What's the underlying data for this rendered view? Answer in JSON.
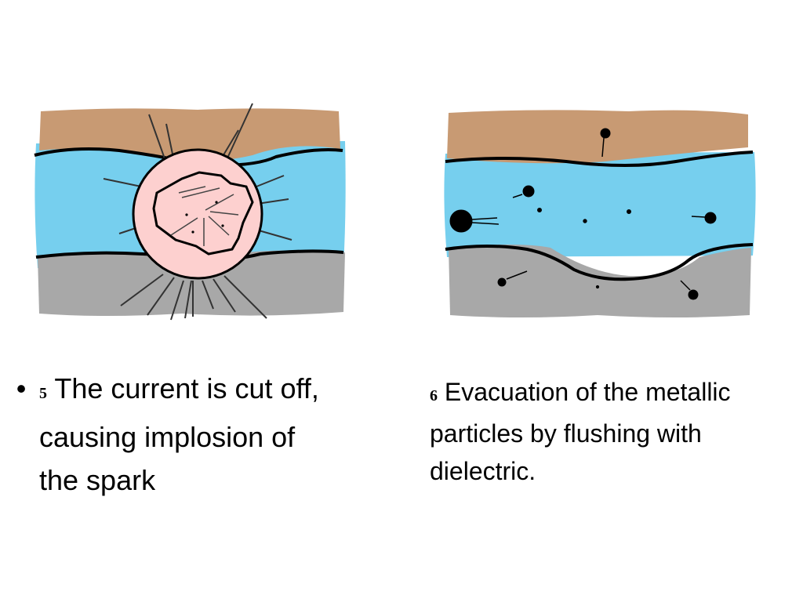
{
  "slide": {
    "left_step": {
      "number": "5",
      "text": "The current is cut off, causing implosion of the spark",
      "bullet": "•"
    },
    "right_step": {
      "number": "6",
      "text": "Evacuation of the metallic particles by flushing with dielectric."
    }
  },
  "colors": {
    "electrode": "#c89a73",
    "dielectric": "#76cfee",
    "workpiece": "#a8a8a8",
    "spark": "#fdd0cf",
    "outline": "#000000"
  },
  "icons": {
    "left_figure": "spark-implosion-illustration",
    "right_figure": "particle-evacuation-illustration"
  }
}
